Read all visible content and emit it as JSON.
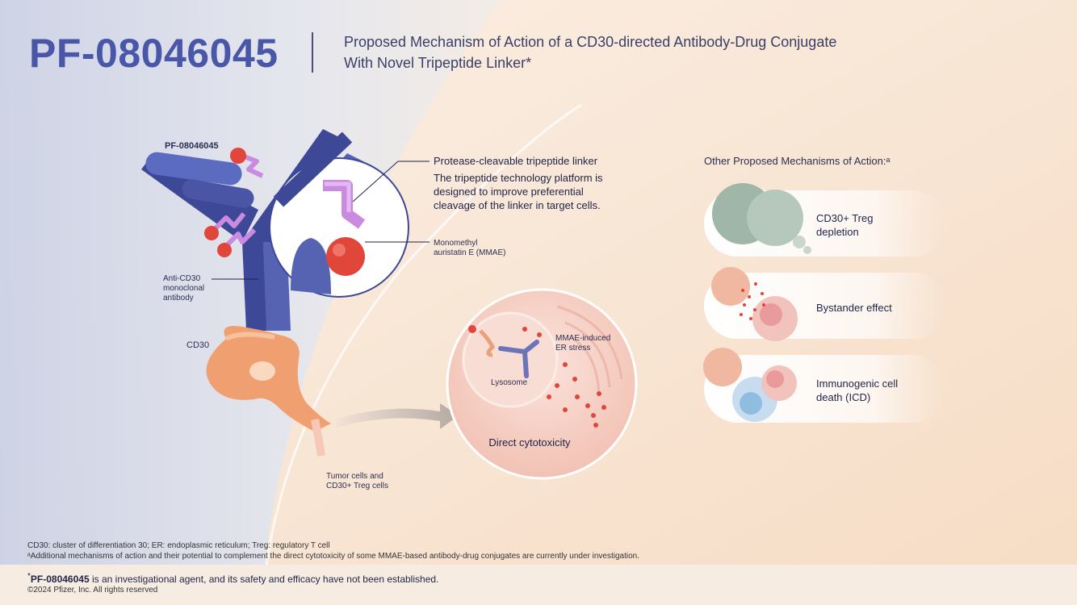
{
  "header": {
    "brand": "PF-08046045",
    "title_line1": "Proposed Mechanism of Action of a CD30-directed Antibody-Drug Conjugate",
    "title_line2": "With Novel Tripeptide Linker*"
  },
  "diagram": {
    "adc_label": "PF-08046045",
    "linker_title": "Protease-cleavable tripeptide linker",
    "linker_desc": "The tripeptide technology platform is designed to improve preferential cleavage of the linker in target cells.",
    "mmae_line1": "Monomethyl",
    "mmae_line2": "auristatin E (MMAE)",
    "antibody_line1": "Anti-CD30",
    "antibody_line2": "monoclonal",
    "antibody_line3": "antibody",
    "cd30_label": "CD30",
    "cells_line1": "Tumor cells and",
    "cells_line2": "CD30+ Treg cells",
    "er_line1": "MMAE-induced",
    "er_line2": "ER stress",
    "lysosome": "Lysosome",
    "direct_cytotoxicity": "Direct cytotoxicity"
  },
  "other_mechanisms": {
    "title": "Other Proposed Mechanisms of Action:ᵃ",
    "items": [
      {
        "line1": "CD30+ Treg",
        "line2": "depletion"
      },
      {
        "line1": "Bystander effect",
        "line2": ""
      },
      {
        "line1": "Immunogenic cell",
        "line2": "death (ICD)"
      }
    ]
  },
  "footnotes": {
    "abbrev": "CD30: cluster of differentiation 30; ER: endoplasmic reticulum; Treg: regulatory T cell",
    "a_note": "ᵃAdditional mechanisms of action and their potential to complement the direct cytotoxicity of some MMAE-based antibody-drug conjugates are currently under investigation."
  },
  "footer": {
    "star": "*",
    "drug": "PF-08046045",
    "disclaimer": " is an investigational agent, and its safety and efficacy have not been established.",
    "copyright": "©2024 Pfizer, Inc. All rights reserved"
  },
  "colors": {
    "brand": "#4a57a8",
    "antibody": "#4a55a6",
    "linker": "#c98be0",
    "payload": "#e0463a",
    "cd30": "#f0a070"
  }
}
